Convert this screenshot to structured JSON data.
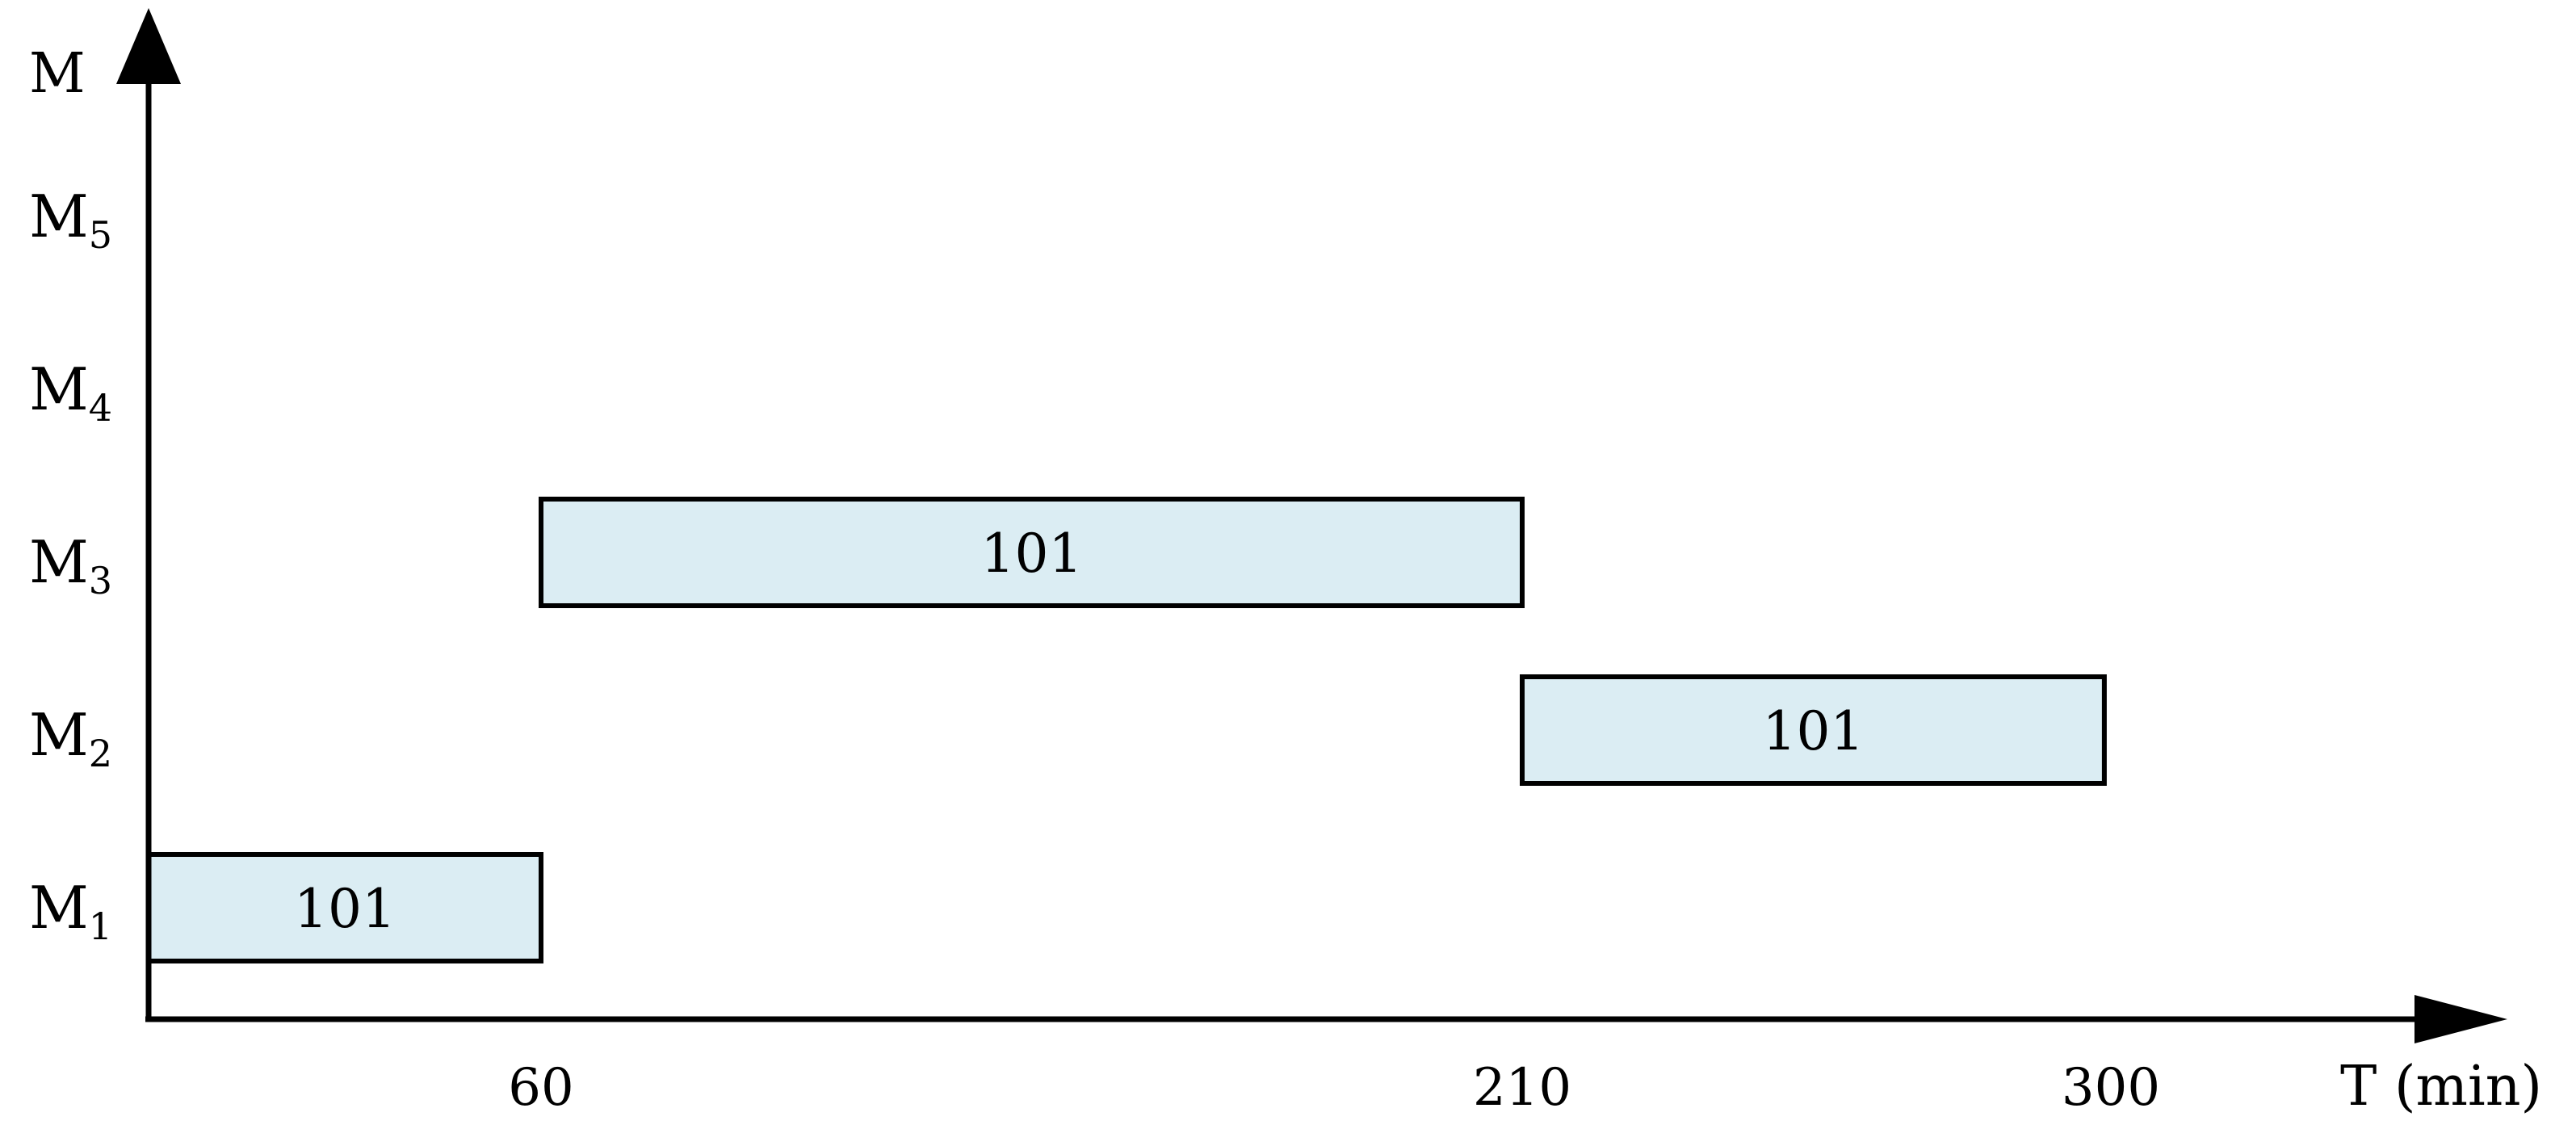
{
  "chart_data": {
    "type": "gantt",
    "xlabel": "T (min)",
    "ylabel": "M",
    "x_ticks": [
      60,
      210,
      300
    ],
    "xlim": [
      0,
      365
    ],
    "rows": [
      {
        "label": "M",
        "sub": "1"
      },
      {
        "label": "M",
        "sub": "2"
      },
      {
        "label": "M",
        "sub": "3"
      },
      {
        "label": "M",
        "sub": "4"
      },
      {
        "label": "M",
        "sub": "5"
      }
    ],
    "tasks": [
      {
        "machine": 1,
        "start": 0,
        "end": 60,
        "label": "101"
      },
      {
        "machine": 3,
        "start": 60,
        "end": 210,
        "label": "101"
      },
      {
        "machine": 2,
        "start": 210,
        "end": 299,
        "label": "101"
      }
    ],
    "colors": {
      "bar_fill": "#dbedf3",
      "stroke": "#000000"
    },
    "grid": false
  }
}
